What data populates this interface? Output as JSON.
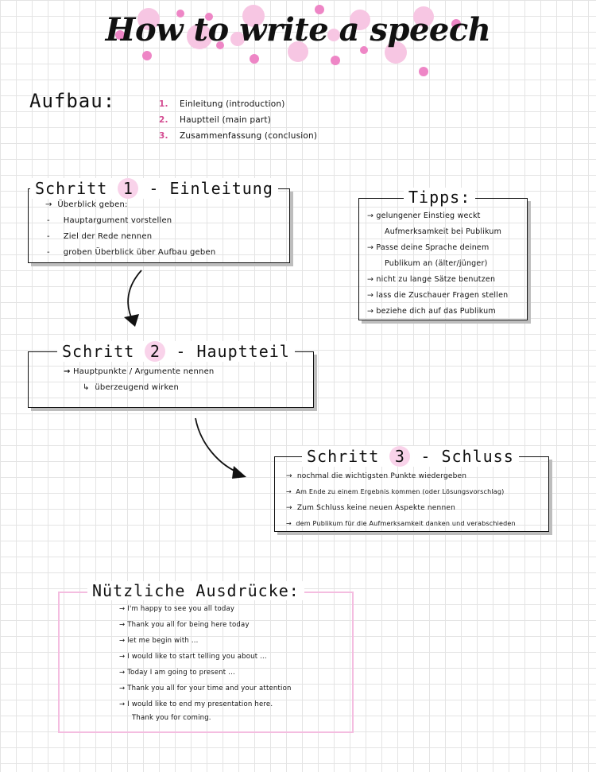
{
  "title": "How to write a speech",
  "structure": {
    "label": "Aufbau:",
    "items": [
      {
        "num": "1.",
        "text": "Einleitung (introduction)"
      },
      {
        "num": "2.",
        "text": "Hauptteil (main part)"
      },
      {
        "num": "3.",
        "text": "Zusammenfassung (conclusion)"
      }
    ]
  },
  "step1": {
    "prefix": "Schritt",
    "num": "1",
    "name": "- Einleitung",
    "lines": [
      {
        "bullet": "→",
        "text": "Überblick geben:"
      },
      {
        "bullet": "-",
        "text": "Hauptargument vorstellen"
      },
      {
        "bullet": "-",
        "text": "Ziel der Rede nennen"
      },
      {
        "bullet": "-",
        "text": "groben Überblick über Aufbau geben"
      }
    ]
  },
  "tips": {
    "heading": "Tipps:",
    "lines": [
      {
        "bullet": "→",
        "text": "gelungener Einstieg weckt"
      },
      {
        "bullet": "",
        "text": "Aufmerksamkeit bei Publikum"
      },
      {
        "bullet": "→",
        "text": "Passe deine Sprache deinem"
      },
      {
        "bullet": "",
        "text": "Publikum an (älter/jünger)"
      },
      {
        "bullet": "→",
        "text": "nicht zu lange Sätze benutzen"
      },
      {
        "bullet": "→",
        "text": "lass die Zuschauer Fragen stellen"
      },
      {
        "bullet": "→",
        "text": "beziehe dich auf das Publikum"
      }
    ]
  },
  "step2": {
    "prefix": "Schritt",
    "num": "2",
    "name": "- Hauptteil",
    "lines": [
      {
        "bullet": "→",
        "text": "Hauptpunkte / Argumente nennen"
      },
      {
        "bullet": "↳",
        "text": "überzeugend wirken"
      }
    ]
  },
  "step3": {
    "prefix": "Schritt",
    "num": "3",
    "name": "- Schluss",
    "lines": [
      {
        "bullet": "→",
        "text": "nochmal die wichtigsten Punkte wiedergeben"
      },
      {
        "bullet": "→",
        "text": "Am Ende zu einem Ergebnis kommen (oder Lösungsvorschlag)"
      },
      {
        "bullet": "→",
        "text": "Zum Schluss keine neuen Aspekte nennen"
      },
      {
        "bullet": "→",
        "text": "dem Publikum für die Aufmerksamkeit danken und verabschieden"
      }
    ]
  },
  "phrases": {
    "heading": "Nützliche Ausdrücke:",
    "lines": [
      {
        "bullet": "→",
        "text": "I'm happy to see you all today"
      },
      {
        "bullet": "→",
        "text": "Thank you all for being here today"
      },
      {
        "bullet": "→",
        "text": "let me begin with ..."
      },
      {
        "bullet": "→",
        "text": "I would like to start telling you about ..."
      },
      {
        "bullet": "→",
        "text": "Today I am going to present ..."
      },
      {
        "bullet": "→",
        "text": "Thank you all for your time and your attention"
      },
      {
        "bullet": "→",
        "text": "I would like to end my presentation here."
      },
      {
        "bullet": "",
        "text": "Thank you for coming."
      }
    ]
  },
  "colors": {
    "accent_pink": "#f7c6e3",
    "accent_pink_dark": "#ee86c6",
    "phrases_border": "#f4bde0",
    "ink": "#111111"
  }
}
